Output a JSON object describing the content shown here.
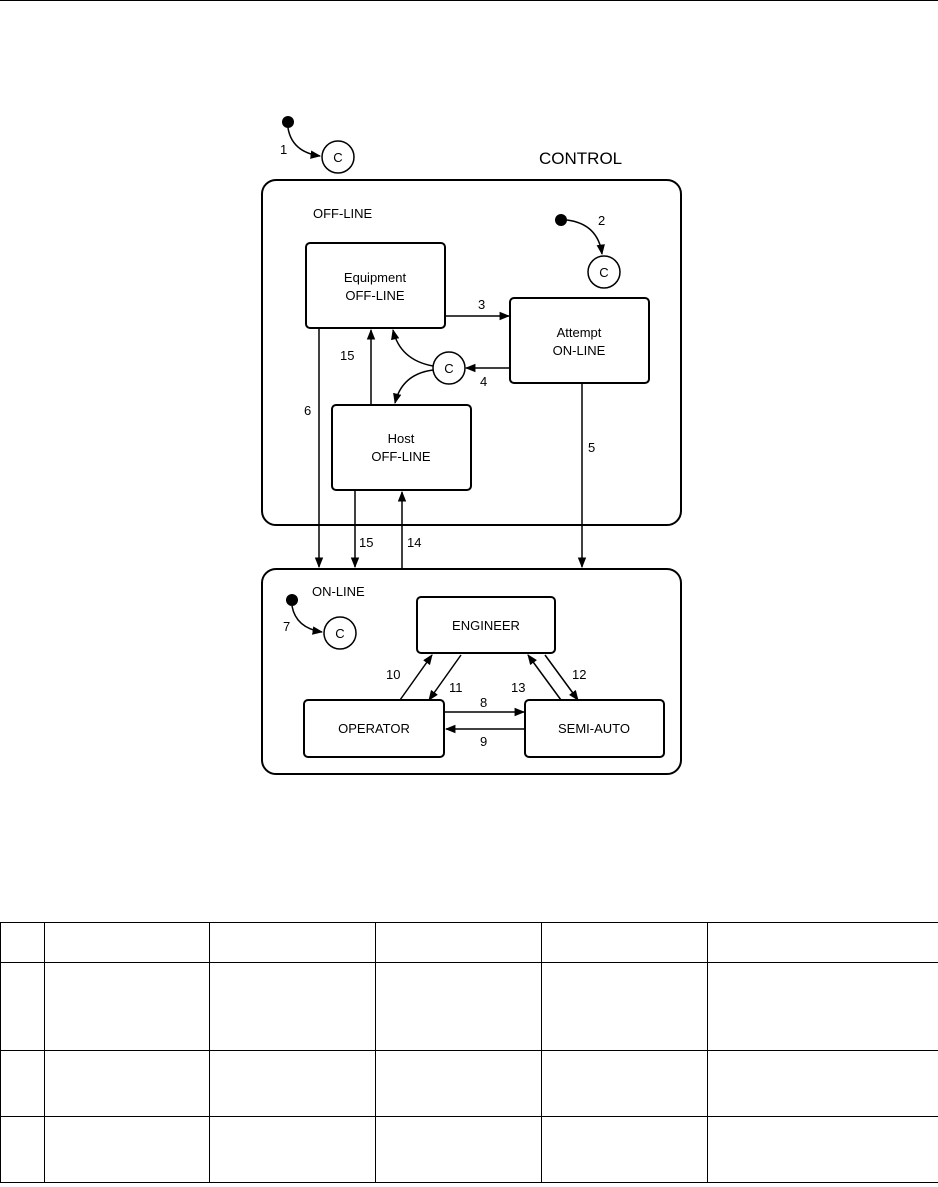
{
  "diagram": {
    "title": "CONTROL",
    "offline_region": {
      "label": "OFF-LINE"
    },
    "online_region": {
      "label": "ON-LINE"
    },
    "states": {
      "equipment_offline": [
        "Equipment",
        "OFF-LINE"
      ],
      "attempt_online": [
        "Attempt",
        "ON-LINE"
      ],
      "host_offline": [
        "Host",
        "OFF-LINE"
      ],
      "engineer": "ENGINEER",
      "operator": "OPERATOR",
      "semi_auto": "SEMI-AUTO"
    },
    "connector_label": "C",
    "transitions": {
      "t1": "1",
      "t2": "2",
      "t3": "3",
      "t4": "4",
      "t5": "5",
      "t6": "6",
      "t7": "7",
      "t8": "8",
      "t9": "9",
      "t10": "10",
      "t11": "11",
      "t12": "12",
      "t13": "13",
      "t14": "14",
      "t15_upper": "15",
      "t15_lower": "15"
    }
  },
  "table": {
    "columns": 6,
    "rows": 4
  }
}
